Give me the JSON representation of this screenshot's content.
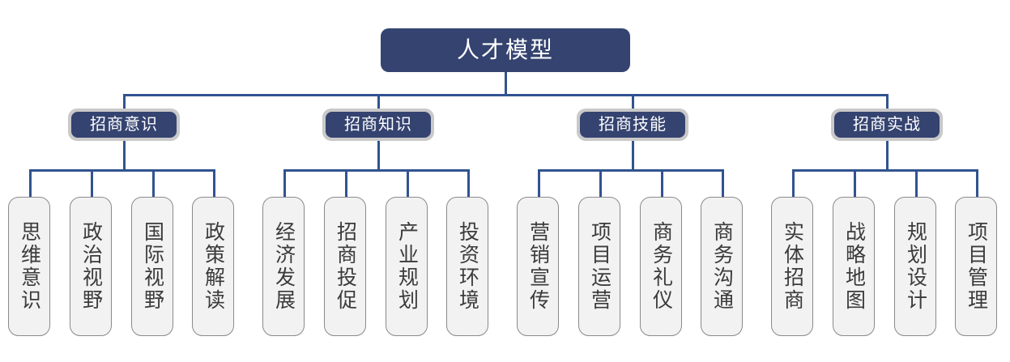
{
  "diagram": {
    "title": "人才模型",
    "root": {
      "label": "人才模型"
    },
    "branches": [
      {
        "label": "招商意识",
        "leaves": [
          {
            "label": "思维意识"
          },
          {
            "label": "政治视野"
          },
          {
            "label": "国际视野"
          },
          {
            "label": "政策解读"
          }
        ]
      },
      {
        "label": "招商知识",
        "leaves": [
          {
            "label": "经济发展"
          },
          {
            "label": "招商投促"
          },
          {
            "label": "产业规划"
          },
          {
            "label": "投资环境"
          }
        ]
      },
      {
        "label": "招商技能",
        "leaves": [
          {
            "label": "营销宣传"
          },
          {
            "label": "项目运营"
          },
          {
            "label": "商务礼仪"
          },
          {
            "label": "商务沟通"
          }
        ]
      },
      {
        "label": "招商实战",
        "leaves": [
          {
            "label": "实体招商"
          },
          {
            "label": "战略地图"
          },
          {
            "label": "规划设计"
          },
          {
            "label": "项目管理"
          }
        ]
      }
    ],
    "colors": {
      "node_fill": "#344370",
      "node_text": "#ffffff",
      "node_border": "#c9c9c9",
      "leaf_fill": "#f2f2f2",
      "leaf_border": "#8a8a8a",
      "leaf_text": "#3b3b3b",
      "connector": "#31538f",
      "background": "#ffffff"
    }
  }
}
